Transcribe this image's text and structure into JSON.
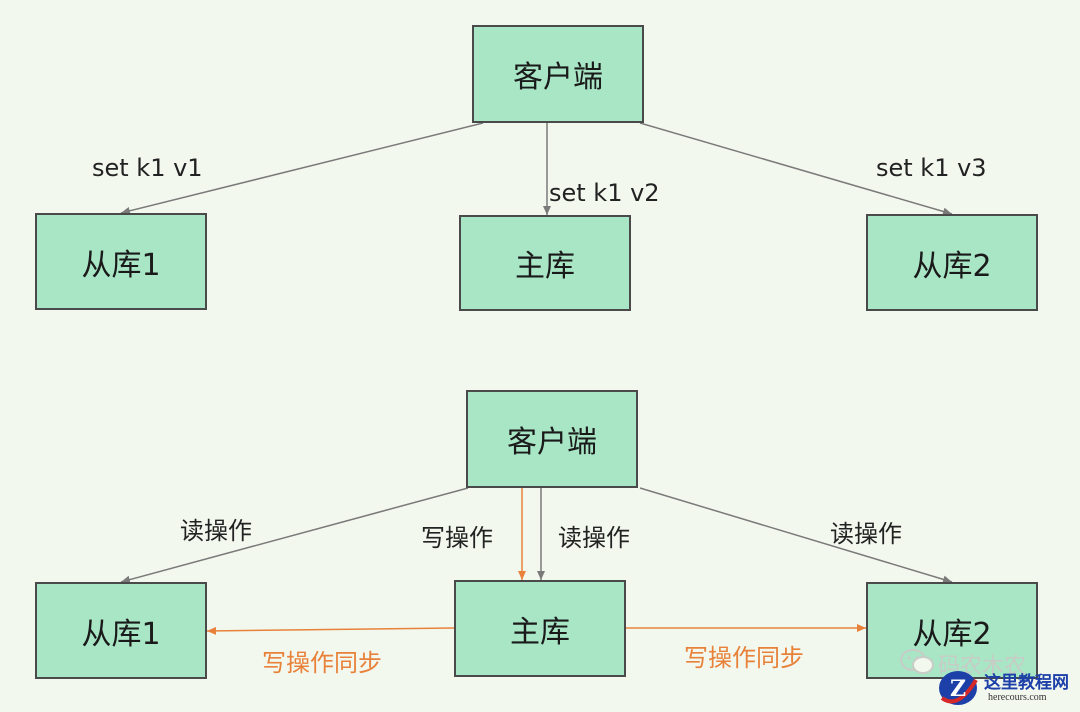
{
  "top_diagram": {
    "client": "客户端",
    "replica1": "从库1",
    "master": "主库",
    "replica2": "从库2",
    "edge_left": "set k1 v1",
    "edge_middle": "set k1 v2",
    "edge_right": "set k1 v3"
  },
  "bottom_diagram": {
    "client": "客户端",
    "replica1": "从库1",
    "master": "主库",
    "replica2": "从库2",
    "read_left": "读操作",
    "write_middle": "写操作",
    "read_middle": "读操作",
    "read_right": "读操作",
    "sync_left": "写操作同步",
    "sync_right": "写操作同步"
  },
  "watermark": {
    "account": "码农木农",
    "site_name": "这里教程网",
    "site_domain": "herecours.com"
  },
  "colors": {
    "box_fill": "#a8e6c6",
    "arrow_gray": "#7a7a7a",
    "arrow_orange": "#e8823a",
    "background": "#f3f8ef"
  }
}
